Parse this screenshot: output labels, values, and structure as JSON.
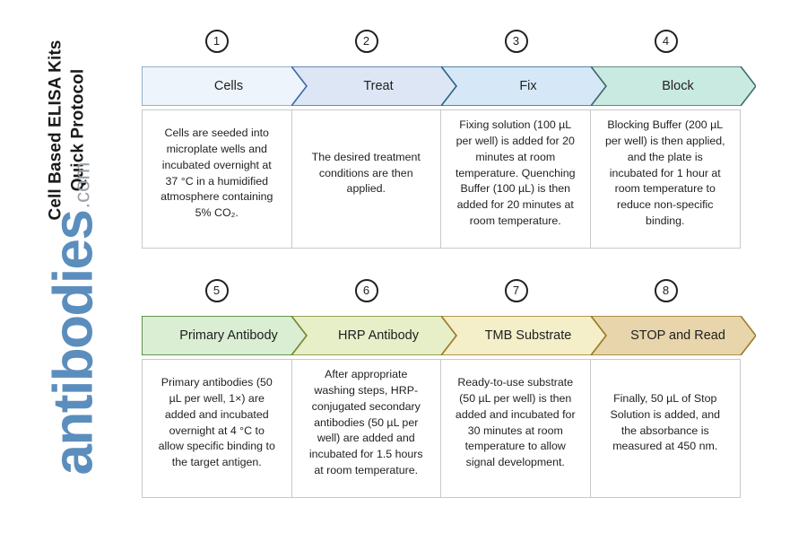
{
  "title": {
    "line1": "Cell Based ELISA Kits",
    "line2": "Quick Protocol"
  },
  "logo": {
    "word": "antibodies",
    "tld": ".com",
    "word_color": "#5b8ebd",
    "tld_color": "#9aa0a6"
  },
  "rows": [
    {
      "steps": [
        {
          "number": "1",
          "label": "Cells",
          "fill": "#eef4fb",
          "stroke": "#7a9cc0",
          "description": "Cells are seeded into microplate wells and incubated overnight at 37 °C in a humidified atmosphere containing 5% CO₂."
        },
        {
          "number": "2",
          "label": "Treat",
          "fill": "#dde6f5",
          "stroke": "#3f6ba8",
          "description": "The desired treatment conditions are then applied."
        },
        {
          "number": "3",
          "label": "Fix",
          "fill": "#d6e8f7",
          "stroke": "#2f6488",
          "description": "Fixing solution (100 µL per well) is added for 20 minutes at room temperature. Quenching Buffer (100 µL) is then added for 20 minutes at room temperature."
        },
        {
          "number": "4",
          "label": "Block",
          "fill": "#c9eae0",
          "stroke": "#3f6b6b",
          "description": "Blocking Buffer (200 µL per well) is then applied, and the plate is incubated for 1 hour at room temperature to reduce non-specific binding."
        }
      ]
    },
    {
      "steps": [
        {
          "number": "5",
          "label": "Primary Antibody",
          "fill": "#d9eed3",
          "stroke": "#3f7a28",
          "description": "Primary antibodies (50 µL per well, 1×) are added and incubated overnight at 4 °C to allow specific binding to the target antigen."
        },
        {
          "number": "6",
          "label": "HRP Antibody",
          "fill": "#e6efc8",
          "stroke": "#7a8a2e",
          "description": "After appropriate washing steps, HRP-conjugated secondary antibodies (50 µL per well) are added and incubated for 1.5 hours at room temperature."
        },
        {
          "number": "7",
          "label": "TMB Substrate",
          "fill": "#f4eec9",
          "stroke": "#9c7a2a",
          "description": "Ready-to-use substrate (50 µL per well) is then added and incubated for 30 minutes at room temperature to allow signal development."
        },
        {
          "number": "8",
          "label": "STOP and Read",
          "fill": "#e8d5ab",
          "stroke": "#9c7a2a",
          "description": "Finally, 50 µL of Stop Solution is added, and the absorbance is measured at 450 nm."
        }
      ]
    }
  ]
}
